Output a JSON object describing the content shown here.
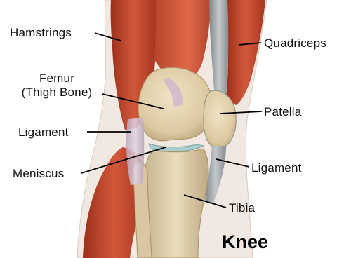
{
  "labels": {
    "hamstrings": "Hamstrings",
    "femur_line1": "Femur",
    "femur_line2": "(Thigh Bone)",
    "ligament_left": "Ligament",
    "meniscus": "Meniscus",
    "quadriceps": "Quadriceps",
    "patella": "Patella",
    "ligament_right": "Ligament",
    "tibia": "Tibia"
  },
  "title": "Knee",
  "colors": {
    "muscle": "#c4492a",
    "muscle_dark": "#8f2a17",
    "bone": "#e3d3ae",
    "bone_shadow": "#b9a57c",
    "ligament": "#c8b7c8",
    "tendon": "#9aa0a3",
    "meniscus": "#a8c9c9",
    "skin": "#efe6df",
    "leader_line": "#000000"
  }
}
